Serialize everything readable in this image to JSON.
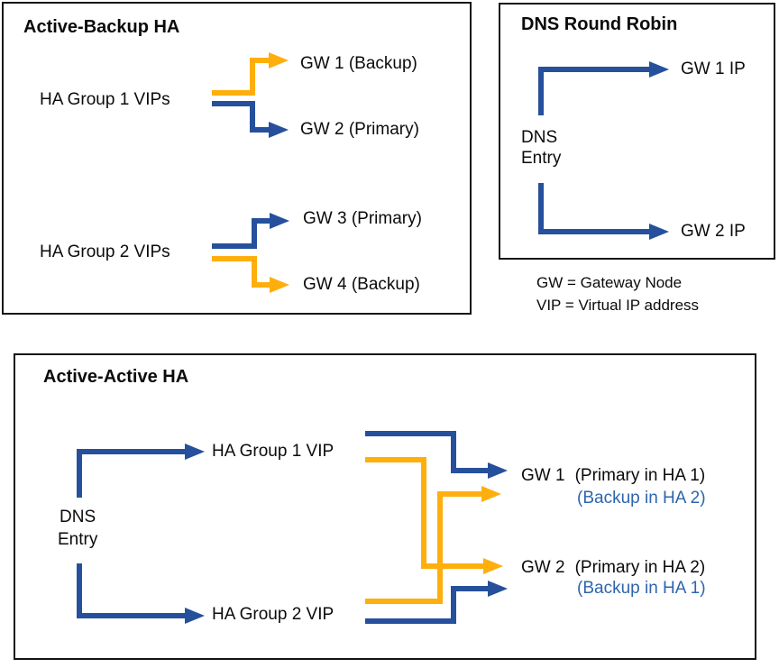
{
  "colors": {
    "arrow_blue": "#26509C",
    "arrow_orange": "#FFAF0D",
    "text_blue": "#2E64AE"
  },
  "active_backup": {
    "title": "Active-Backup HA",
    "group1_label": "HA Group 1 VIPs",
    "gw1": "GW 1 (Backup)",
    "gw2": "GW 2 (Primary)",
    "group2_label": "HA Group 2 VIPs",
    "gw3": "GW 3 (Primary)",
    "gw4": "GW 4 (Backup)"
  },
  "dns_round_robin": {
    "title": "DNS Round Robin",
    "dns_line1": "DNS",
    "dns_line2": "Entry",
    "gw1_ip": "GW 1 IP",
    "gw2_ip": "GW 2 IP"
  },
  "legend": {
    "line1": "GW = Gateway Node",
    "line2": "VIP = Virtual IP address"
  },
  "active_active": {
    "title": "Active-Active HA",
    "dns_line1": "DNS",
    "dns_line2": "Entry",
    "vip1": "HA Group 1 VIP",
    "vip2": "HA Group 2 VIP",
    "gw1": "GW 1",
    "gw1_primary": "(Primary in HA 1)",
    "gw1_backup": "(Backup in HA 2)",
    "gw2": "GW 2",
    "gw2_primary": "(Primary in HA 2)",
    "gw2_backup": "(Backup in HA 1)"
  },
  "edges": [
    {
      "diagram": "active-backup",
      "from": "HA Group 1 VIPs",
      "to": "GW 1 (Backup)",
      "color": "orange"
    },
    {
      "diagram": "active-backup",
      "from": "HA Group 1 VIPs",
      "to": "GW 2 (Primary)",
      "color": "blue"
    },
    {
      "diagram": "active-backup",
      "from": "HA Group 2 VIPs",
      "to": "GW 3 (Primary)",
      "color": "blue"
    },
    {
      "diagram": "active-backup",
      "from": "HA Group 2 VIPs",
      "to": "GW 4 (Backup)",
      "color": "orange"
    },
    {
      "diagram": "dns-round-robin",
      "from": "DNS Entry",
      "to": "GW 1 IP",
      "color": "blue"
    },
    {
      "diagram": "dns-round-robin",
      "from": "DNS Entry",
      "to": "GW 2 IP",
      "color": "blue"
    },
    {
      "diagram": "active-active",
      "from": "DNS Entry",
      "to": "HA Group 1 VIP",
      "color": "blue"
    },
    {
      "diagram": "active-active",
      "from": "DNS Entry",
      "to": "HA Group 2 VIP",
      "color": "blue"
    },
    {
      "diagram": "active-active",
      "from": "HA Group 1 VIP",
      "to": "GW 1 (Primary in HA 1)",
      "color": "blue"
    },
    {
      "diagram": "active-active",
      "from": "HA Group 1 VIP",
      "to": "GW 2 (Backup in HA 1)",
      "color": "orange"
    },
    {
      "diagram": "active-active",
      "from": "HA Group 2 VIP",
      "to": "GW 1 (Backup in HA 2)",
      "color": "orange"
    },
    {
      "diagram": "active-active",
      "from": "HA Group 2 VIP",
      "to": "GW 2 (Primary in HA 2)",
      "color": "blue"
    }
  ]
}
